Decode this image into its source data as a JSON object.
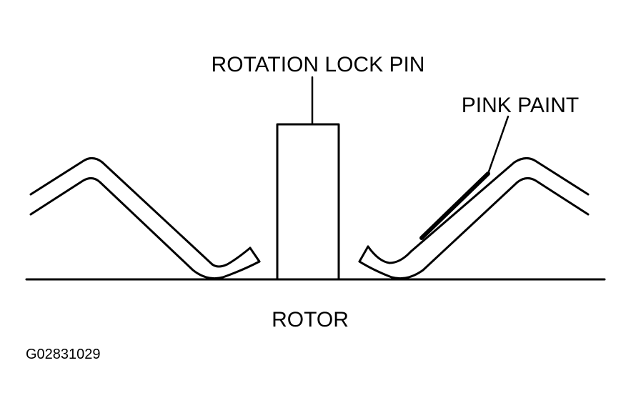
{
  "labels": {
    "rotation_lock_pin": "ROTATION LOCK PIN",
    "pink_paint": "PINK PAINT",
    "rotor": "ROTOR",
    "figure_code": "G02831029"
  },
  "colors": {
    "ink": "#000000",
    "background": "#ffffff"
  }
}
